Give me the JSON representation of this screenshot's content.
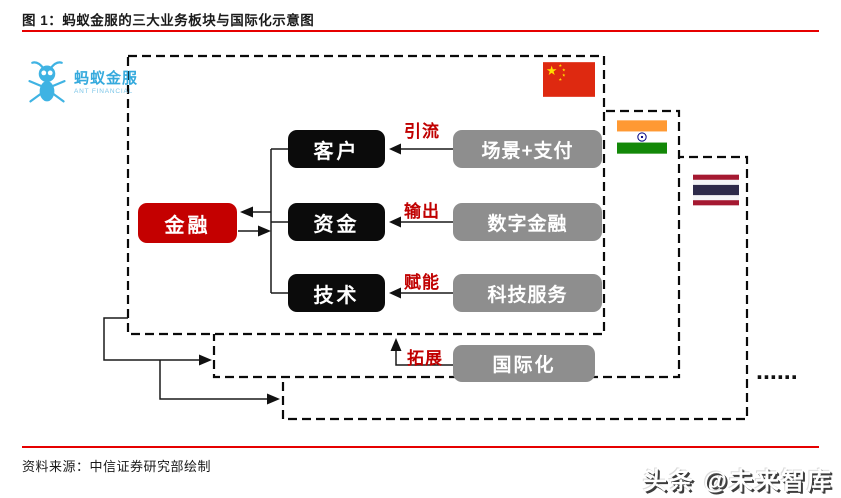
{
  "figure": {
    "title": "图 1：蚂蚁金服的三大业务板块与国际化示意图",
    "source": "资料来源：中信证券研究部绘制",
    "watermark": "头条 @未来智库"
  },
  "logo": {
    "name": "蚂蚁金服",
    "subtitle": "ANT FINANCIAL"
  },
  "diagram": {
    "finance": {
      "label": "金融"
    },
    "rows": [
      {
        "core": "客户",
        "business": "场景+支付",
        "arrow": "引流"
      },
      {
        "core": "资金",
        "business": "数字金融",
        "arrow": "输出"
      },
      {
        "core": "技术",
        "business": "科技服务",
        "arrow": "赋能"
      }
    ],
    "intl": {
      "label": "国际化",
      "arrow": "拓展"
    },
    "ellipsis": "......",
    "flags": [
      {
        "name": "china"
      },
      {
        "name": "india"
      },
      {
        "name": "thailand"
      }
    ]
  },
  "colors": {
    "accent_red": "#C00000",
    "rule_red": "#E60000",
    "node_black": "#0B0B0B",
    "node_gray": "#8E8E8E",
    "logo_blue": "#3FB3E3"
  }
}
